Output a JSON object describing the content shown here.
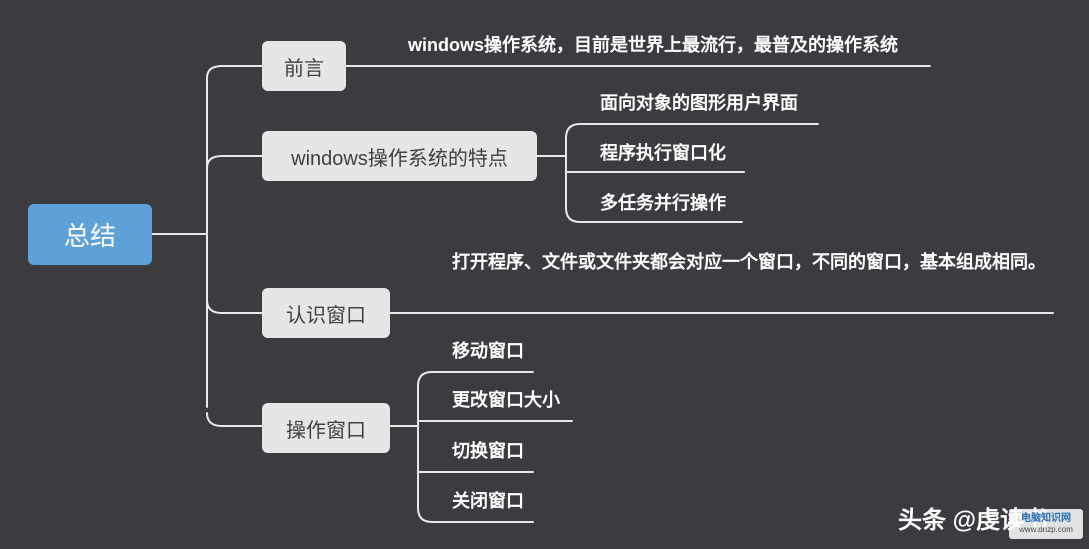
{
  "root": {
    "label": "总结"
  },
  "branches": [
    {
      "label": "前言"
    },
    {
      "label": "windows操作系统的特点"
    },
    {
      "label": "认识窗口"
    },
    {
      "label": "操作窗口"
    }
  ],
  "preface": {
    "text": "windows操作系统，目前是世界上最流行，最普及的操作系统"
  },
  "features": [
    "面向对象的图形用户界面",
    "程序执行窗口化",
    "多任务并行操作"
  ],
  "window_intro": {
    "text": "打开程序、文件或文件夹都会对应一个窗口，不同的窗口，基本组成相同。"
  },
  "operations": [
    "移动窗口",
    "更改窗口大小",
    "切换窗口",
    "关闭窗口"
  ],
  "watermark": {
    "text": "头条 @虔读书"
  },
  "site_logo": {
    "name": "电脑知识网",
    "url": "www.dnzp.com"
  },
  "colors": {
    "background": "#3b3c40",
    "root": "#5ea0d8",
    "branch": "#e6e6e6",
    "line": "#e8e8e8"
  }
}
